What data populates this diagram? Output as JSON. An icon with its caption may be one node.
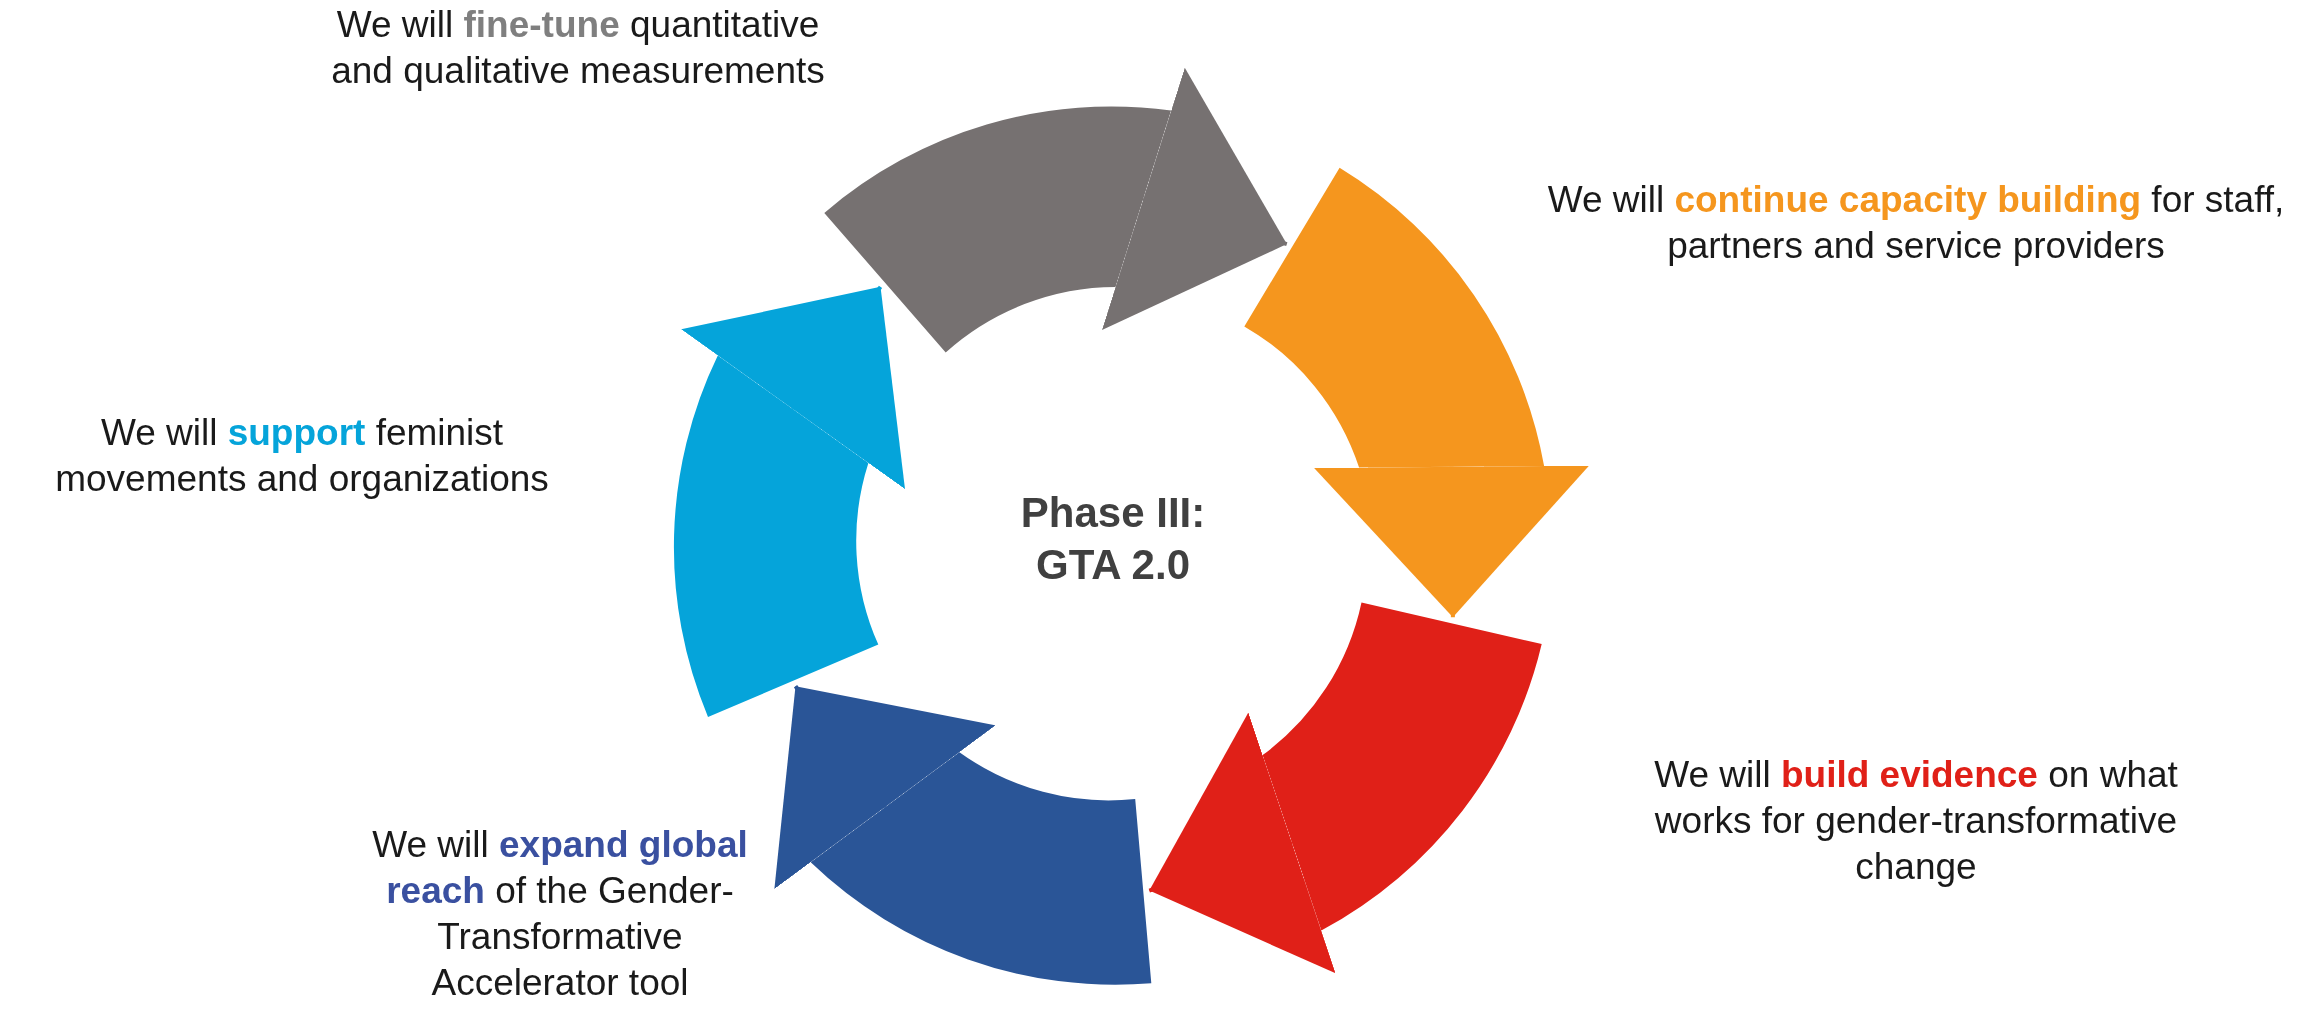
{
  "diagram": {
    "nodes": [
      {
        "text": [
          "Phase III: GTA 2.0"
        ]
      },
      {
        "text": [],
        "shape": "arrow",
        "beside": [
          "We will **fine-tune** quantitative and qualitative measurements"
        ]
      },
      {
        "text": [],
        "shape": "arrow",
        "beside": [
          "We will **continue capacity building** for staff, partners and service providers"
        ]
      },
      {
        "text": [],
        "shape": "arrow",
        "beside": [
          "We will **build evidence** on what works for gender-transformative change"
        ]
      },
      {
        "text": [],
        "shape": "arrow",
        "beside": [
          "We will **expand global reach** of the Gender-Transformative Accelerator tool"
        ]
      },
      {
        "text": [],
        "shape": "arrow",
        "beside": [
          "We will **support** feminist movements and organizations"
        ]
      }
    ],
    "edges": [
      {
        "from": 1,
        "to": 2,
        "arrow": "to",
        "color": "#767171"
      },
      {
        "from": 2,
        "to": 3,
        "arrow": "to",
        "color": "#f5961e"
      },
      {
        "from": 3,
        "to": 4,
        "arrow": "to",
        "color": "#e02018"
      },
      {
        "from": 4,
        "to": 5,
        "arrow": "to",
        "color": "#2a5597"
      },
      {
        "from": 5,
        "to": 1,
        "arrow": "to",
        "color": "#05a4da"
      }
    ]
  }
}
